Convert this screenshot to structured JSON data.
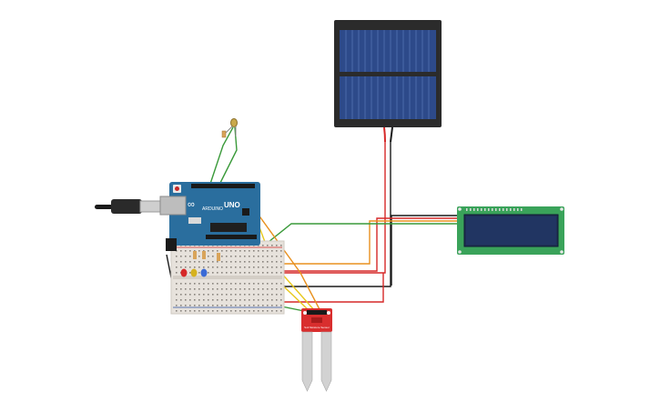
{
  "board": {
    "logo": "∞",
    "brand": "ARDUINO",
    "model": "UNO"
  },
  "sensor": {
    "label": "Soil Moisture Sensor"
  },
  "colors": {
    "board_blue": "#2a6e9e",
    "breadboard": "#e7e2dc",
    "lcd_pcb": "#3aa35a",
    "lcd_screen": "#1f2f55",
    "solar_frame": "#2b2b2b",
    "solar_cell": "#2d4a8a",
    "sensor_red": "#d92e2e",
    "wire_red": "#d62828",
    "wire_black": "#1a1a1a",
    "wire_green": "#3a9a3a",
    "wire_orange": "#e8901e",
    "wire_yellow": "#e8c81e"
  },
  "components": {
    "solar_panel": "solar-panel",
    "lcd": "lcd-16x2",
    "arduino": "arduino-uno",
    "breadboard": "breadboard",
    "usb_cable": "usb-cable",
    "photoresistor": "photoresistor",
    "leds": [
      "led-red",
      "led-yellow",
      "led-blue"
    ],
    "soil_sensor": "soil-moisture-sensor"
  }
}
